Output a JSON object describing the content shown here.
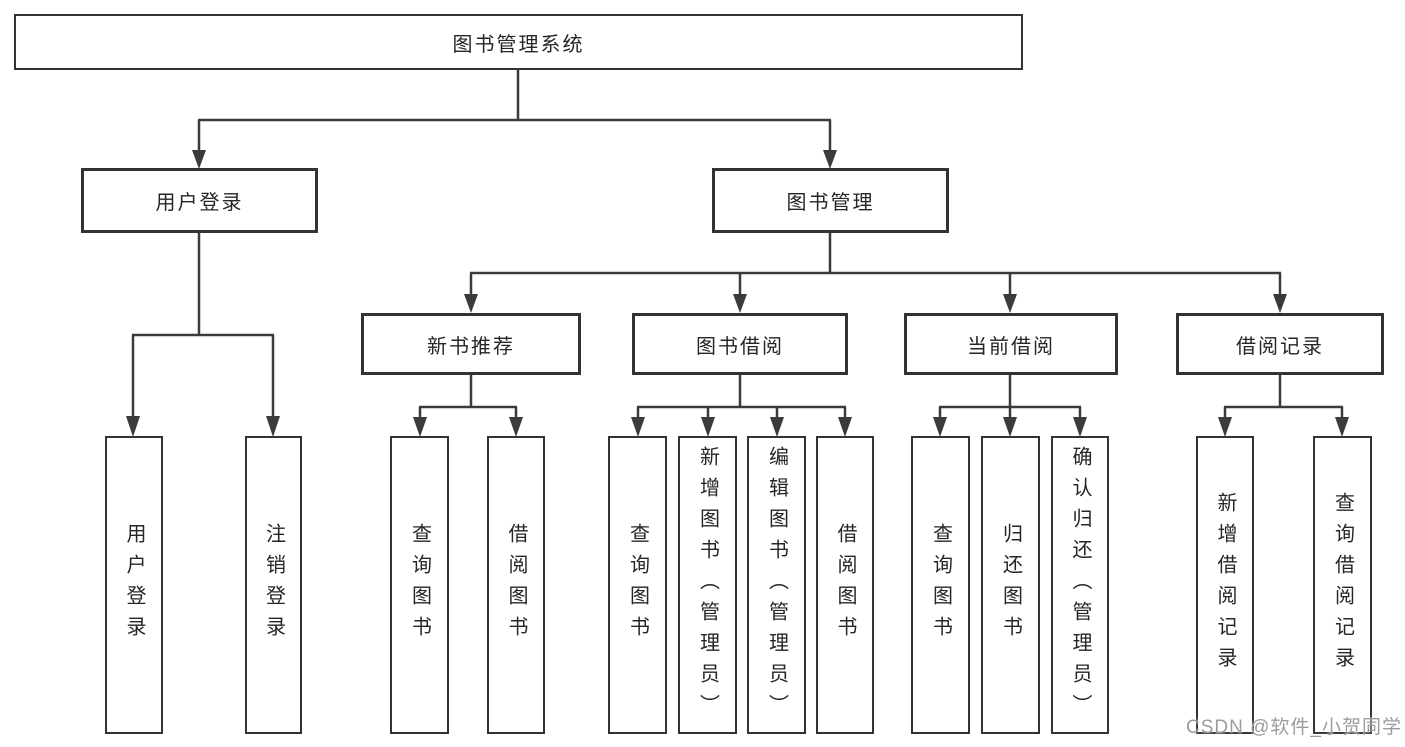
{
  "meta": {
    "watermark": "CSDN @软件_小贺同学"
  },
  "colors": {
    "line": "#3b3b3b",
    "border": "#333333",
    "text": "#262626",
    "background": "#ffffff",
    "watermark": "#9c9c9c"
  },
  "tree": {
    "root": {
      "label": "图书管理系统"
    },
    "branches": [
      {
        "label": "用户登录",
        "children": [
          {
            "label": "用户登录"
          },
          {
            "label": "注销登录"
          }
        ]
      },
      {
        "label": "图书管理",
        "children": [
          {
            "label": "新书推荐",
            "children": [
              {
                "label": "查询图书"
              },
              {
                "label": "借阅图书"
              }
            ]
          },
          {
            "label": "图书借阅",
            "children": [
              {
                "label": "查询图书"
              },
              {
                "label": "新增图书（管理员）"
              },
              {
                "label": "编辑图书（管理员）"
              },
              {
                "label": "借阅图书"
              }
            ]
          },
          {
            "label": "当前借阅",
            "children": [
              {
                "label": "查询图书"
              },
              {
                "label": "归还图书"
              },
              {
                "label": "确认归还（管理员）"
              }
            ]
          },
          {
            "label": "借阅记录",
            "children": [
              {
                "label": "新增借阅记录"
              },
              {
                "label": "查询借阅记录"
              }
            ]
          }
        ]
      }
    ]
  }
}
